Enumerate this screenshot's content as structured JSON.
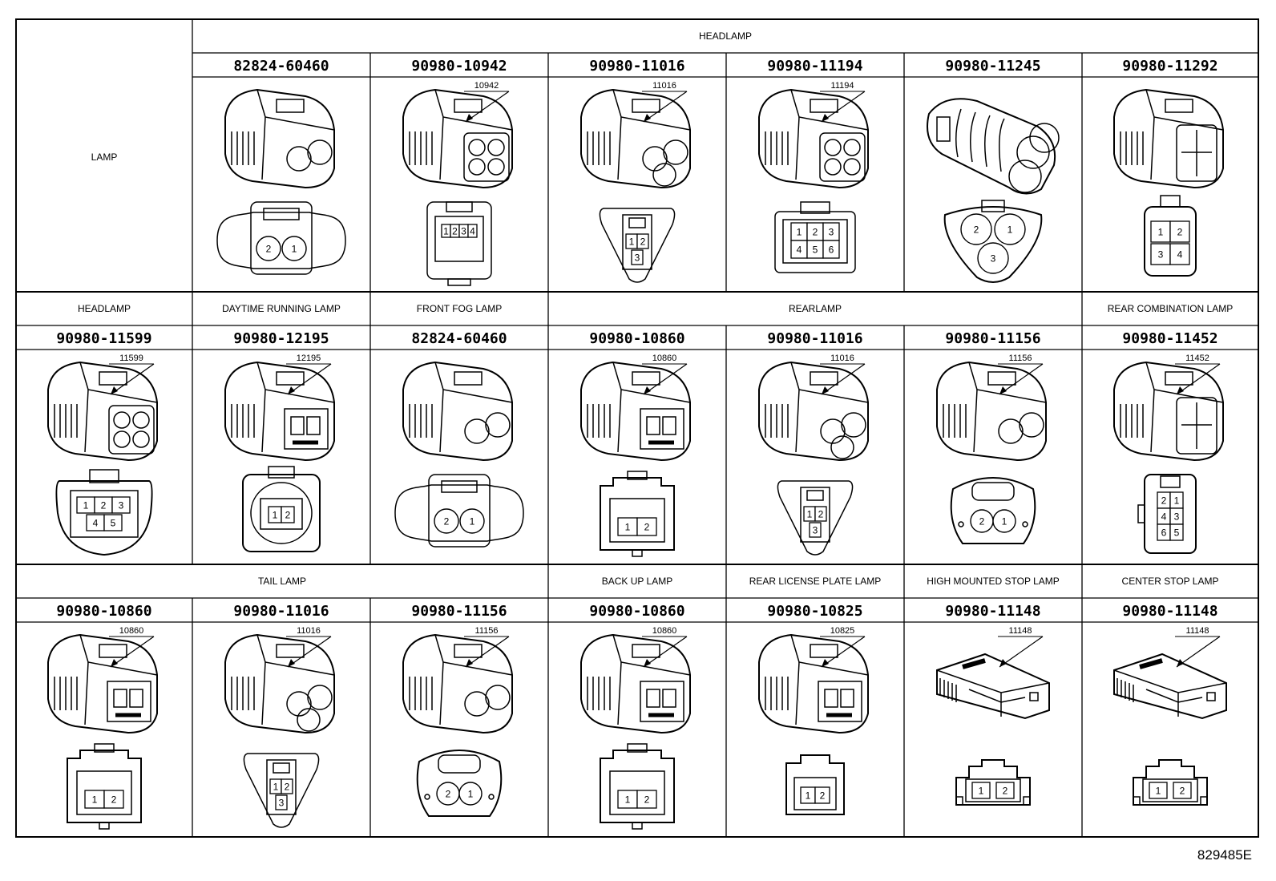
{
  "title_cell": "LAMP",
  "drawing_number": "829485E",
  "sections": [
    {
      "headers": [
        {
          "text": "HEADLAMP",
          "span": 6
        }
      ],
      "corner": true,
      "parts": [
        {
          "pn": "82824-60460",
          "style": "oval2",
          "pins": [
            "2",
            "1"
          ],
          "callout": ""
        },
        {
          "pn": "90980-10942",
          "style": "grid4",
          "pins": [
            "1",
            "2",
            "3",
            "4"
          ],
          "callout": "10942"
        },
        {
          "pn": "90980-11016",
          "style": "tri3",
          "pins": [
            "1",
            "2",
            "3"
          ],
          "callout": "11016"
        },
        {
          "pn": "90980-11194",
          "style": "grid6",
          "pins": [
            "1",
            "2",
            "3",
            "4",
            "5",
            "6"
          ],
          "callout": "11194"
        },
        {
          "pn": "90980-11245",
          "style": "big3",
          "pins": [
            "2",
            "1",
            "3"
          ],
          "callout": ""
        },
        {
          "pn": "90980-11292",
          "style": "quad4",
          "pins": [
            "1",
            "2",
            "3",
            "4"
          ],
          "callout": ""
        }
      ]
    },
    {
      "headers": [
        {
          "text": "HEADLAMP",
          "span": 1
        },
        {
          "text": "DAYTIME RUNNING LAMP",
          "span": 1
        },
        {
          "text": "FRONT FOG LAMP",
          "span": 1
        },
        {
          "text": "REARLAMP",
          "span": 3
        },
        {
          "text": "REAR COMBINATION LAMP",
          "span": 1
        }
      ],
      "corner": false,
      "parts": [
        {
          "pn": "90980-11599",
          "style": "grid5",
          "pins": [
            "1",
            "2",
            "3",
            "4",
            "5"
          ],
          "callout": "11599"
        },
        {
          "pn": "90980-12195",
          "style": "round2",
          "pins": [
            "1",
            "2"
          ],
          "callout": "12195"
        },
        {
          "pn": "82824-60460",
          "style": "oval2",
          "pins": [
            "2",
            "1"
          ],
          "callout": ""
        },
        {
          "pn": "90980-10860",
          "style": "rect2",
          "pins": [
            "1",
            "2"
          ],
          "callout": "10860"
        },
        {
          "pn": "90980-11016",
          "style": "tri3",
          "pins": [
            "1",
            "2",
            "3"
          ],
          "callout": "11016"
        },
        {
          "pn": "90980-11156",
          "style": "oval2b",
          "pins": [
            "2",
            "1"
          ],
          "callout": "11156"
        },
        {
          "pn": "90980-11452",
          "style": "grid6v",
          "pins": [
            "2",
            "1",
            "4",
            "3",
            "6",
            "5"
          ],
          "callout": "11452"
        }
      ]
    },
    {
      "headers": [
        {
          "text": "TAIL LAMP",
          "span": 3
        },
        {
          "text": "BACK UP LAMP",
          "span": 1
        },
        {
          "text": "REAR LICENSE PLATE LAMP",
          "span": 1
        },
        {
          "text": "HIGH MOUNTED STOP LAMP",
          "span": 1
        },
        {
          "text": "CENTER STOP LAMP",
          "span": 1
        }
      ],
      "corner": false,
      "parts": [
        {
          "pn": "90980-10860",
          "style": "rect2",
          "pins": [
            "1",
            "2"
          ],
          "callout": "10860"
        },
        {
          "pn": "90980-11016",
          "style": "tri3",
          "pins": [
            "1",
            "2",
            "3"
          ],
          "callout": "11016"
        },
        {
          "pn": "90980-11156",
          "style": "oval2b",
          "pins": [
            "2",
            "1"
          ],
          "callout": "11156"
        },
        {
          "pn": "90980-10860",
          "style": "rect2",
          "pins": [
            "1",
            "2"
          ],
          "callout": "10860"
        },
        {
          "pn": "90980-10825",
          "style": "small2",
          "pins": [
            "1",
            "2"
          ],
          "callout": "10825"
        },
        {
          "pn": "90980-11148",
          "style": "flat2",
          "pins": [
            "1",
            "2"
          ],
          "callout": "11148"
        },
        {
          "pn": "90980-11148",
          "style": "flat2",
          "pins": [
            "1",
            "2"
          ],
          "callout": "11148"
        }
      ]
    }
  ]
}
